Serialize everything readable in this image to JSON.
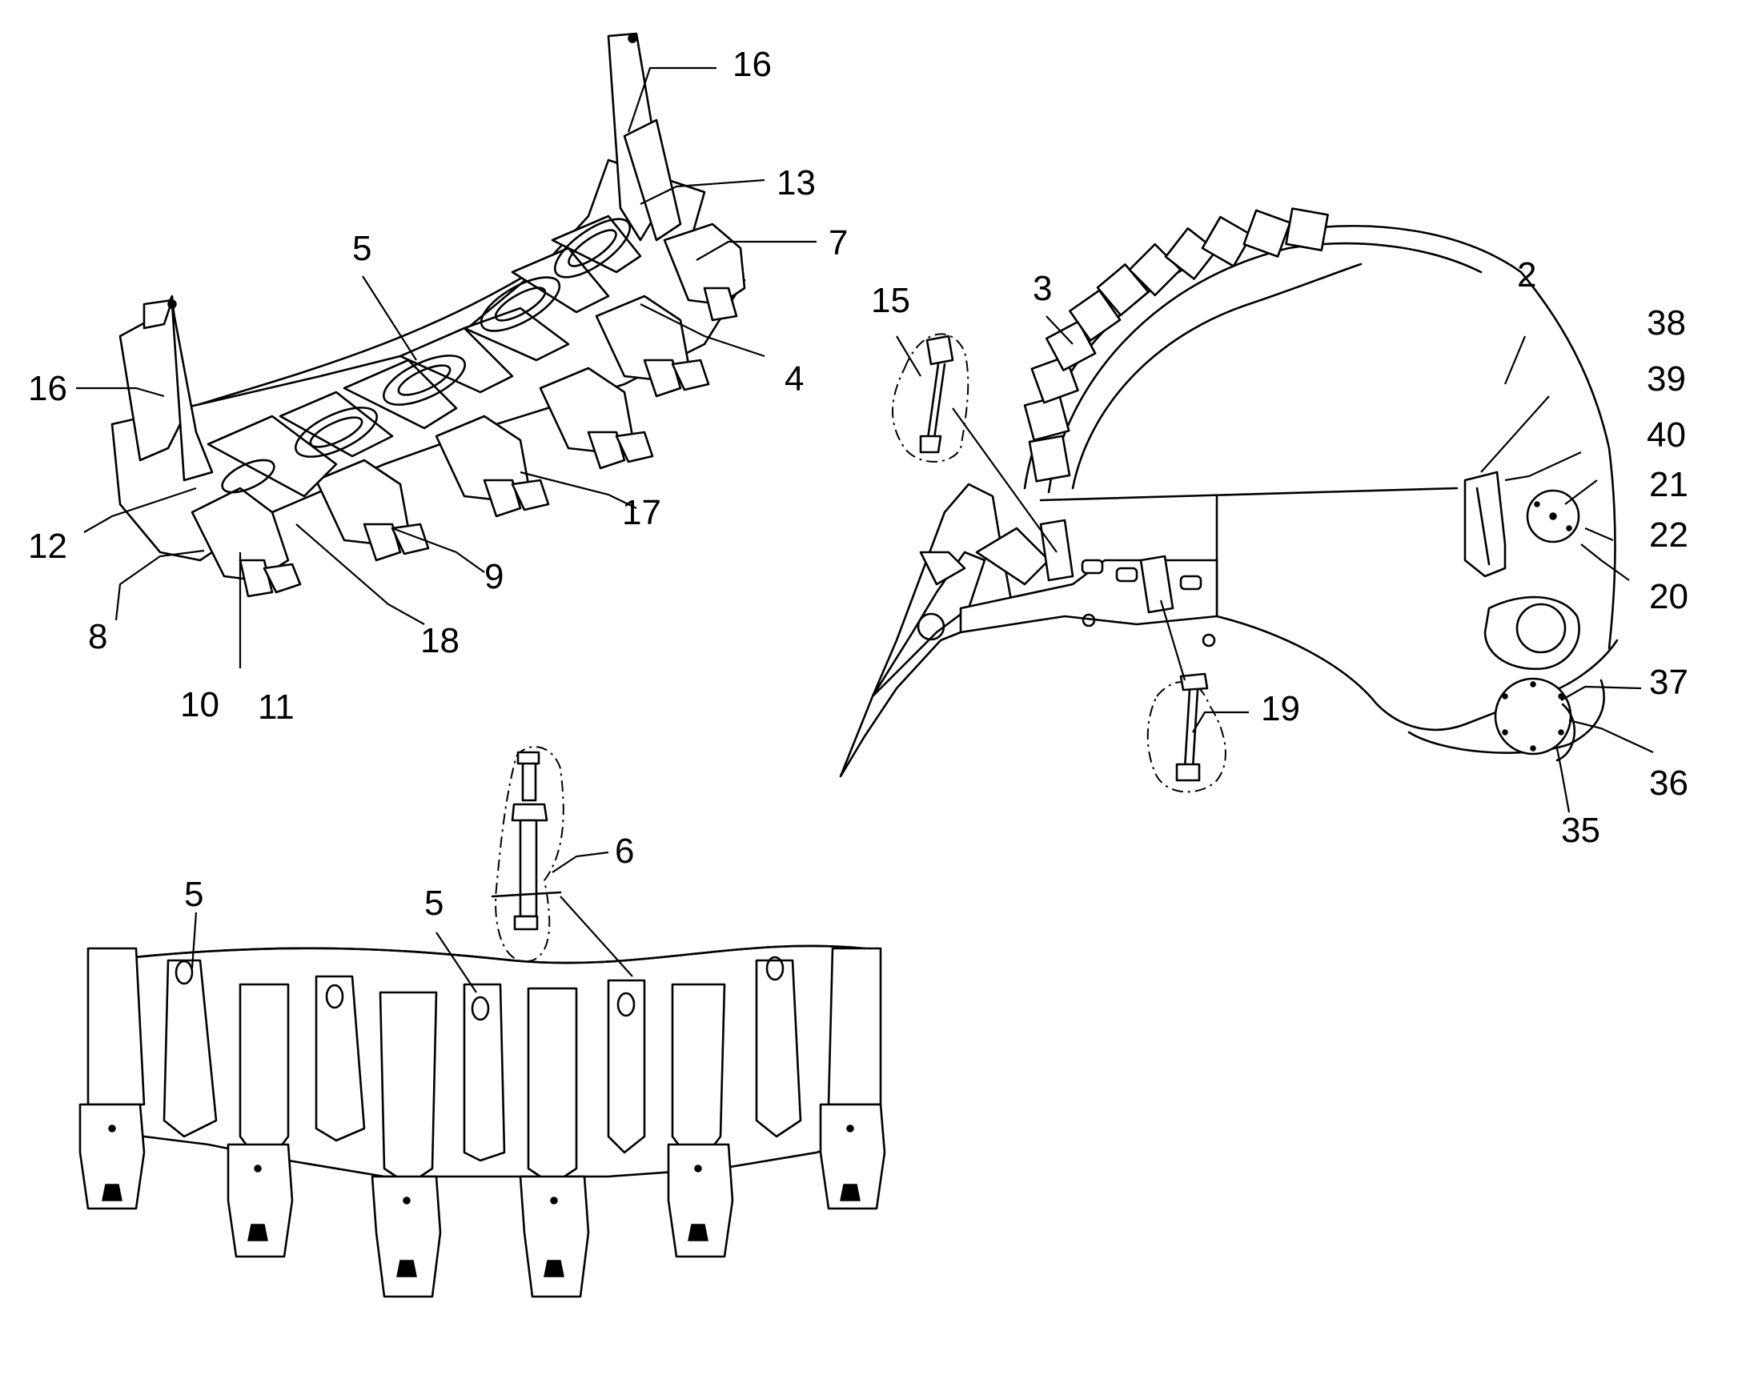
{
  "callouts": {
    "c16_top": "16",
    "c13": "13",
    "c7": "7",
    "c5_top": "5",
    "c4": "4",
    "c16_left": "16",
    "c12": "12",
    "c8": "8",
    "c10": "10",
    "c11": "11",
    "c18": "18",
    "c9": "9",
    "c17": "17",
    "c15": "15",
    "c3": "3",
    "c2": "2",
    "c38": "38",
    "c39": "39",
    "c40": "40",
    "c21": "21",
    "c22": "22",
    "c20": "20",
    "c37": "37",
    "c36": "36",
    "c35": "35",
    "c19": "19",
    "c6": "6",
    "c5_bl": "5",
    "c5_bm": "5"
  }
}
